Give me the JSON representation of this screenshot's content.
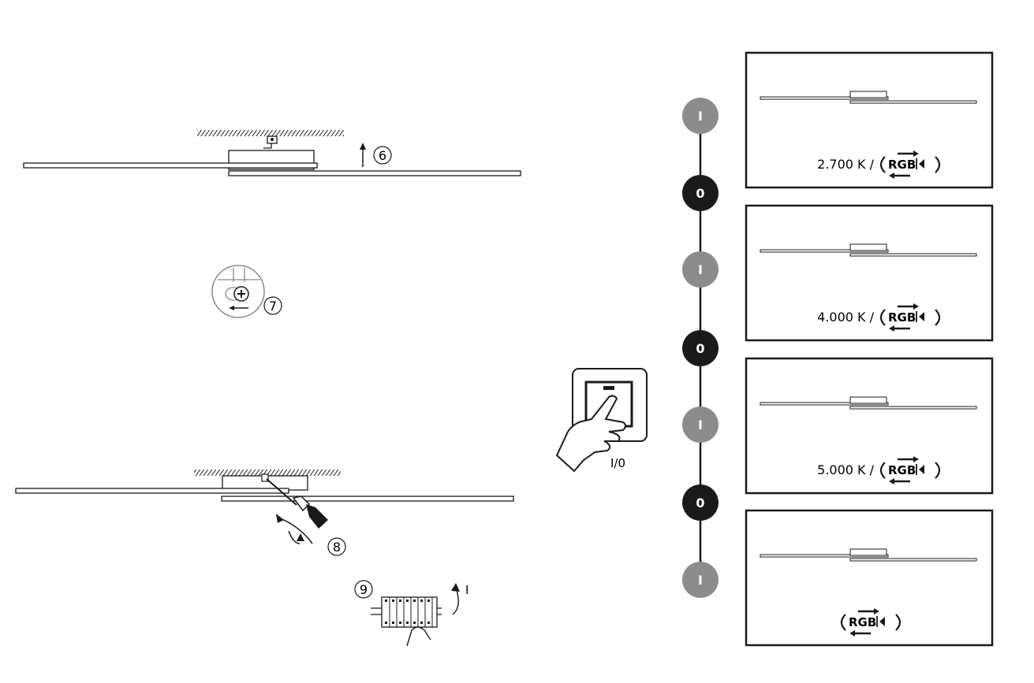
{
  "steps": {
    "step6": "6",
    "step7": "7",
    "step8": "8",
    "step9": "9"
  },
  "breaker_on_label": "I",
  "switch_label": "I/0",
  "sequence": [
    {
      "label": "I",
      "state": "on"
    },
    {
      "label": "0",
      "state": "off"
    },
    {
      "label": "I",
      "state": "on"
    },
    {
      "label": "0",
      "state": "off"
    },
    {
      "label": "I",
      "state": "on"
    },
    {
      "label": "0",
      "state": "off"
    },
    {
      "label": "I",
      "state": "on"
    }
  ],
  "panels": [
    {
      "caption": "2.700 K /",
      "rgb": "RGB"
    },
    {
      "caption": "4.000 K /",
      "rgb": "RGB"
    },
    {
      "caption": "5.000 K /",
      "rgb": "RGB"
    },
    {
      "caption": "",
      "rgb": "RGB"
    }
  ],
  "colors": {
    "on_circle": "#8c8c8c",
    "off_circle": "#1a1a1a",
    "line": "#1a1a1a"
  }
}
